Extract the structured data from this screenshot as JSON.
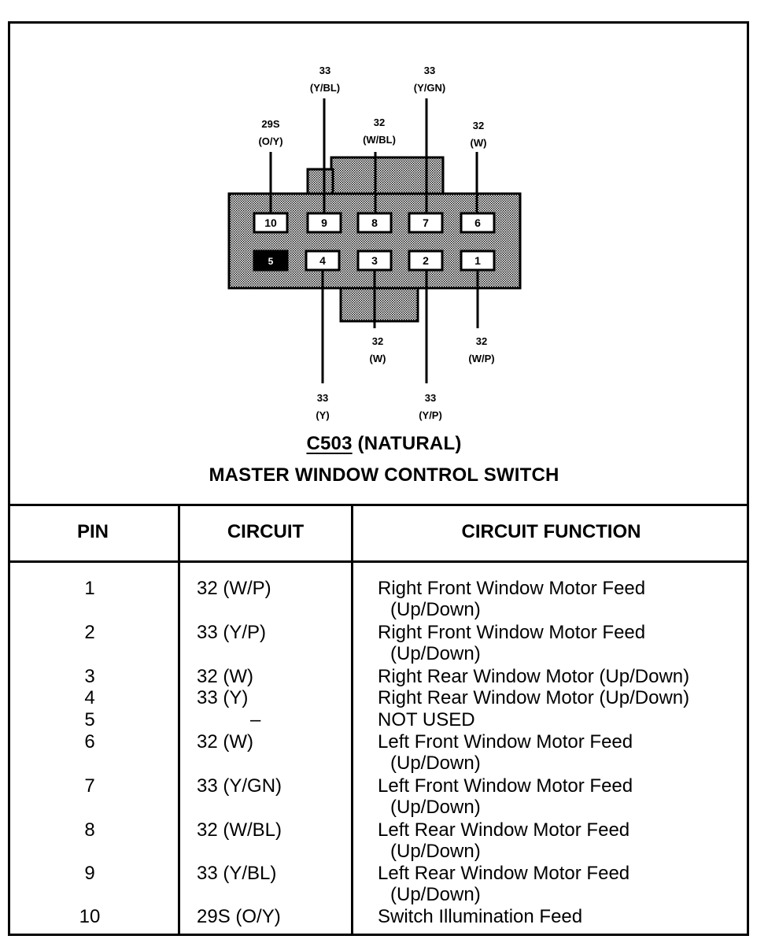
{
  "connector": {
    "code": "C503",
    "color_label": "(NATURAL)",
    "name": "MASTER WINDOW CONTROL SWITCH"
  },
  "wire_labels": {
    "pin10": [
      "29S",
      "(O/Y)"
    ],
    "pin9": [
      "33",
      "(Y/BL)"
    ],
    "pin8": [
      "32",
      "(W/BL)"
    ],
    "pin7": [
      "33",
      "(Y/GN)"
    ],
    "pin6": [
      "32",
      "(W)"
    ],
    "pin4": [
      "33",
      "(Y)"
    ],
    "pin3": [
      "32",
      "(W)"
    ],
    "pin2": [
      "33",
      "(Y/P)"
    ],
    "pin1": [
      "32",
      "(W/P)"
    ]
  },
  "pin_numbers": {
    "p10": "10",
    "p9": "9",
    "p8": "8",
    "p7": "7",
    "p6": "6",
    "p5": "5",
    "p4": "4",
    "p3": "3",
    "p2": "2",
    "p1": "1"
  },
  "table": {
    "headers": {
      "pin": "PIN",
      "circuit": "CIRCUIT",
      "function": "CIRCUIT FUNCTION"
    },
    "rows": [
      {
        "pin": "1",
        "circuit": "32 (W/P)",
        "function": "Right Front Window Motor Feed",
        "function_cont": "(Up/Down)"
      },
      {
        "pin": "2",
        "circuit": "33 (Y/P)",
        "function": "Right Front Window Motor Feed",
        "function_cont": "(Up/Down)"
      },
      {
        "pin": "3",
        "circuit": "32 (W)",
        "function": "Right Rear Window Motor (Up/Down)"
      },
      {
        "pin": "4",
        "circuit": "33 (Y)",
        "function": "Right Rear Window Motor (Up/Down)"
      },
      {
        "pin": "5",
        "circuit": "–",
        "function": "NOT USED"
      },
      {
        "pin": "6",
        "circuit": "32 (W)",
        "function": "Left Front Window Motor Feed",
        "function_cont": "(Up/Down)"
      },
      {
        "pin": "7",
        "circuit": "33 (Y/GN)",
        "function": "Left Front Window Motor Feed",
        "function_cont": "(Up/Down)"
      },
      {
        "pin": "8",
        "circuit": "32 (W/BL)",
        "function": "Left Rear Window Motor Feed",
        "function_cont": "(Up/Down)"
      },
      {
        "pin": "9",
        "circuit": "33 (Y/BL)",
        "function": "Left Rear Window Motor Feed",
        "function_cont": "(Up/Down)"
      },
      {
        "pin": "10",
        "circuit": "29S (O/Y)",
        "function": "Switch Illumination Feed"
      }
    ]
  }
}
